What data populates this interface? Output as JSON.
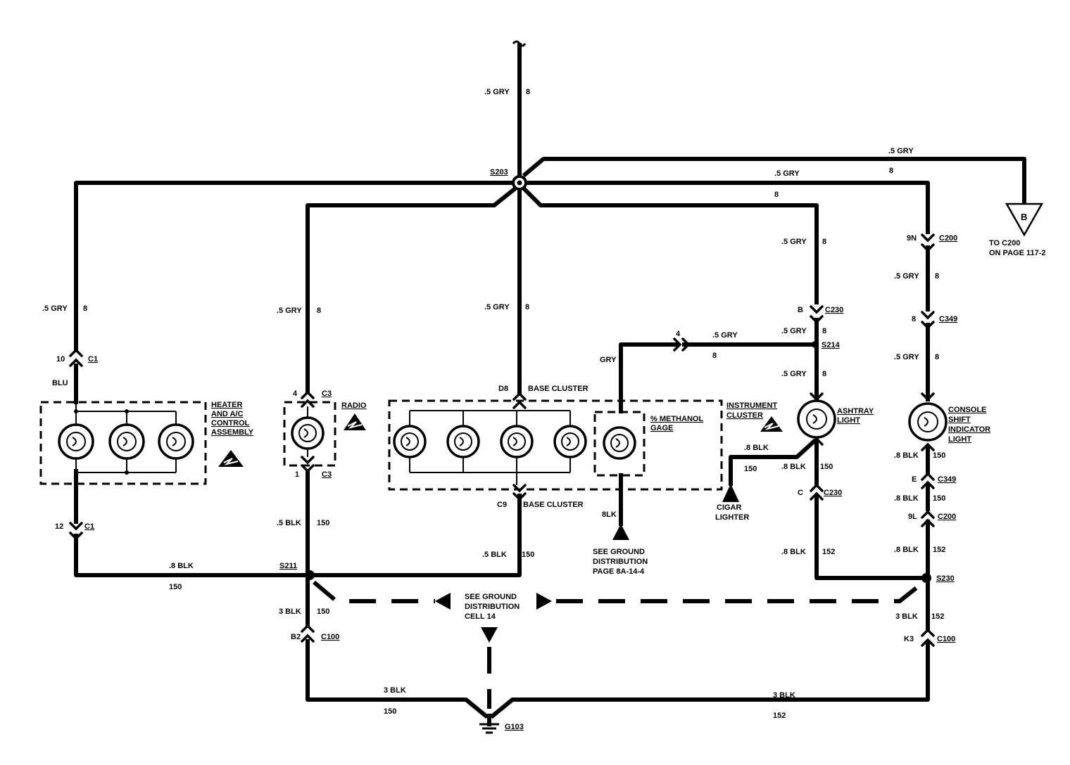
{
  "wire_labels": {
    "top_feed_size": ".5 GRY",
    "top_feed_circuit": "8",
    "to_b_size": ".5 GRY",
    "console_top_size": ".5 GRY",
    "console_top_circuit": "8",
    "ashtray_top_circuit": "8",
    "heater_size": ".5 GRY",
    "heater_circuit": "8",
    "radio_size": ".5 GRY",
    "radio_circuit": "8",
    "cluster_size": ".5 GRY",
    "cluster_circuit": "8",
    "ashtray_size": ".5 GRY",
    "ashtray_circuit": "8",
    "ashtray_size2": ".5 GRY",
    "ashtray_circuit2": "8",
    "ashtray_size3": ".5 GRY",
    "ashtray_circuit3": "8",
    "console_size1": ".5 GRY",
    "console_circuit1": "8",
    "console_size2": ".5 GRY",
    "console_circuit2": "8",
    "gage_feed_size": ".5 GRY",
    "gage_feed_circuit": "8",
    "gage_gry": "GRY",
    "heater_blu": "BLU",
    "radio_gnd_size": ".5 BLK",
    "radio_gnd_circuit": "150",
    "cluster_gnd_size": ".5 BLK",
    "cluster_gnd_circuit": "150",
    "heater_gnd_size": ".8 BLK",
    "heater_gnd_circuit": "150",
    "gage_gnd_size": "8LK",
    "lighter_size": ".8 BLK",
    "lighter_circuit": "150",
    "ashtray_gnd_size": ".8 BLK",
    "ashtray_gnd_circuit": "150",
    "ashtray_gnd2_size": ".8 BLK",
    "ashtray_gnd2_circuit": "152",
    "console_gnd_size1": ".8 BLK",
    "console_gnd_circuit1": "150",
    "console_gnd_size2": ".8 BLK",
    "console_gnd_circuit2": "150",
    "console_gnd_size3": ".8 BLK",
    "console_gnd_circuit3": "152",
    "left_main_size": "3 BLK",
    "left_main_circuit": "150",
    "right_main_size": "3 BLK",
    "right_main_circuit": "152",
    "bottom_left_size": "3 BLK",
    "bottom_left_circuit": "150",
    "bottom_right_size": "3 BLK",
    "bottom_right_circuit": "152"
  },
  "splices": {
    "s203": "S203",
    "s211": "S211",
    "s214": "S214",
    "s230": "S230"
  },
  "connectors": {
    "c1_top_pin": "10",
    "c1_top": "C1",
    "c1_bot_pin": "12",
    "c1_bot": "C1",
    "c3_top_pin": "4",
    "c3_top": "C3",
    "c3_bot_pin": "1",
    "c3_bot": "C3",
    "d8_pin": "D8",
    "d8_name": "BASE CLUSTER",
    "c9_pin": "C9",
    "c9_name": "BASE CLUSTER",
    "c230_top_pin": "B",
    "c230_top": "C230",
    "c230_bot_pin": "C",
    "c230_bot": "C230",
    "c200_top_pin": "9N",
    "c200_top": "C200",
    "c349_top_pin": "8",
    "c349_top": "C349",
    "c349_bot_pin": "E",
    "c349_bot": "C349",
    "c200_bot_pin": "9L",
    "c200_bot": "C200",
    "c100_left_pin": "B2",
    "c100_left": "C100",
    "c100_right_pin": "K3",
    "c100_right": "C100",
    "gage_conn_pin": "4"
  },
  "components": {
    "heater": [
      "HEATER",
      "AND A/C",
      "CONTROL",
      "ASSEMBLY"
    ],
    "radio": "RADIO",
    "methanol": [
      "% METHANOL",
      "GAGE"
    ],
    "cluster": [
      "INSTRUMENT",
      "CLUSTER"
    ],
    "ashtray": [
      "ASHTRAY",
      "LIGHT"
    ],
    "console": [
      "CONSOLE",
      "SHIFT",
      "INDICATOR",
      "LIGHT"
    ],
    "cigar": [
      "CIGAR",
      "LIGHTER"
    ]
  },
  "refs": {
    "b_letter": "B",
    "b_ref": [
      "TO C200",
      "ON PAGE 117-2"
    ],
    "ground_see": [
      "SEE GROUND",
      "DISTRIBUTION",
      "PAGE 8A-14-4"
    ],
    "ground_cell": [
      "SEE GROUND",
      "DISTRIBUTION",
      "CELL 14"
    ],
    "ground": "G103"
  }
}
